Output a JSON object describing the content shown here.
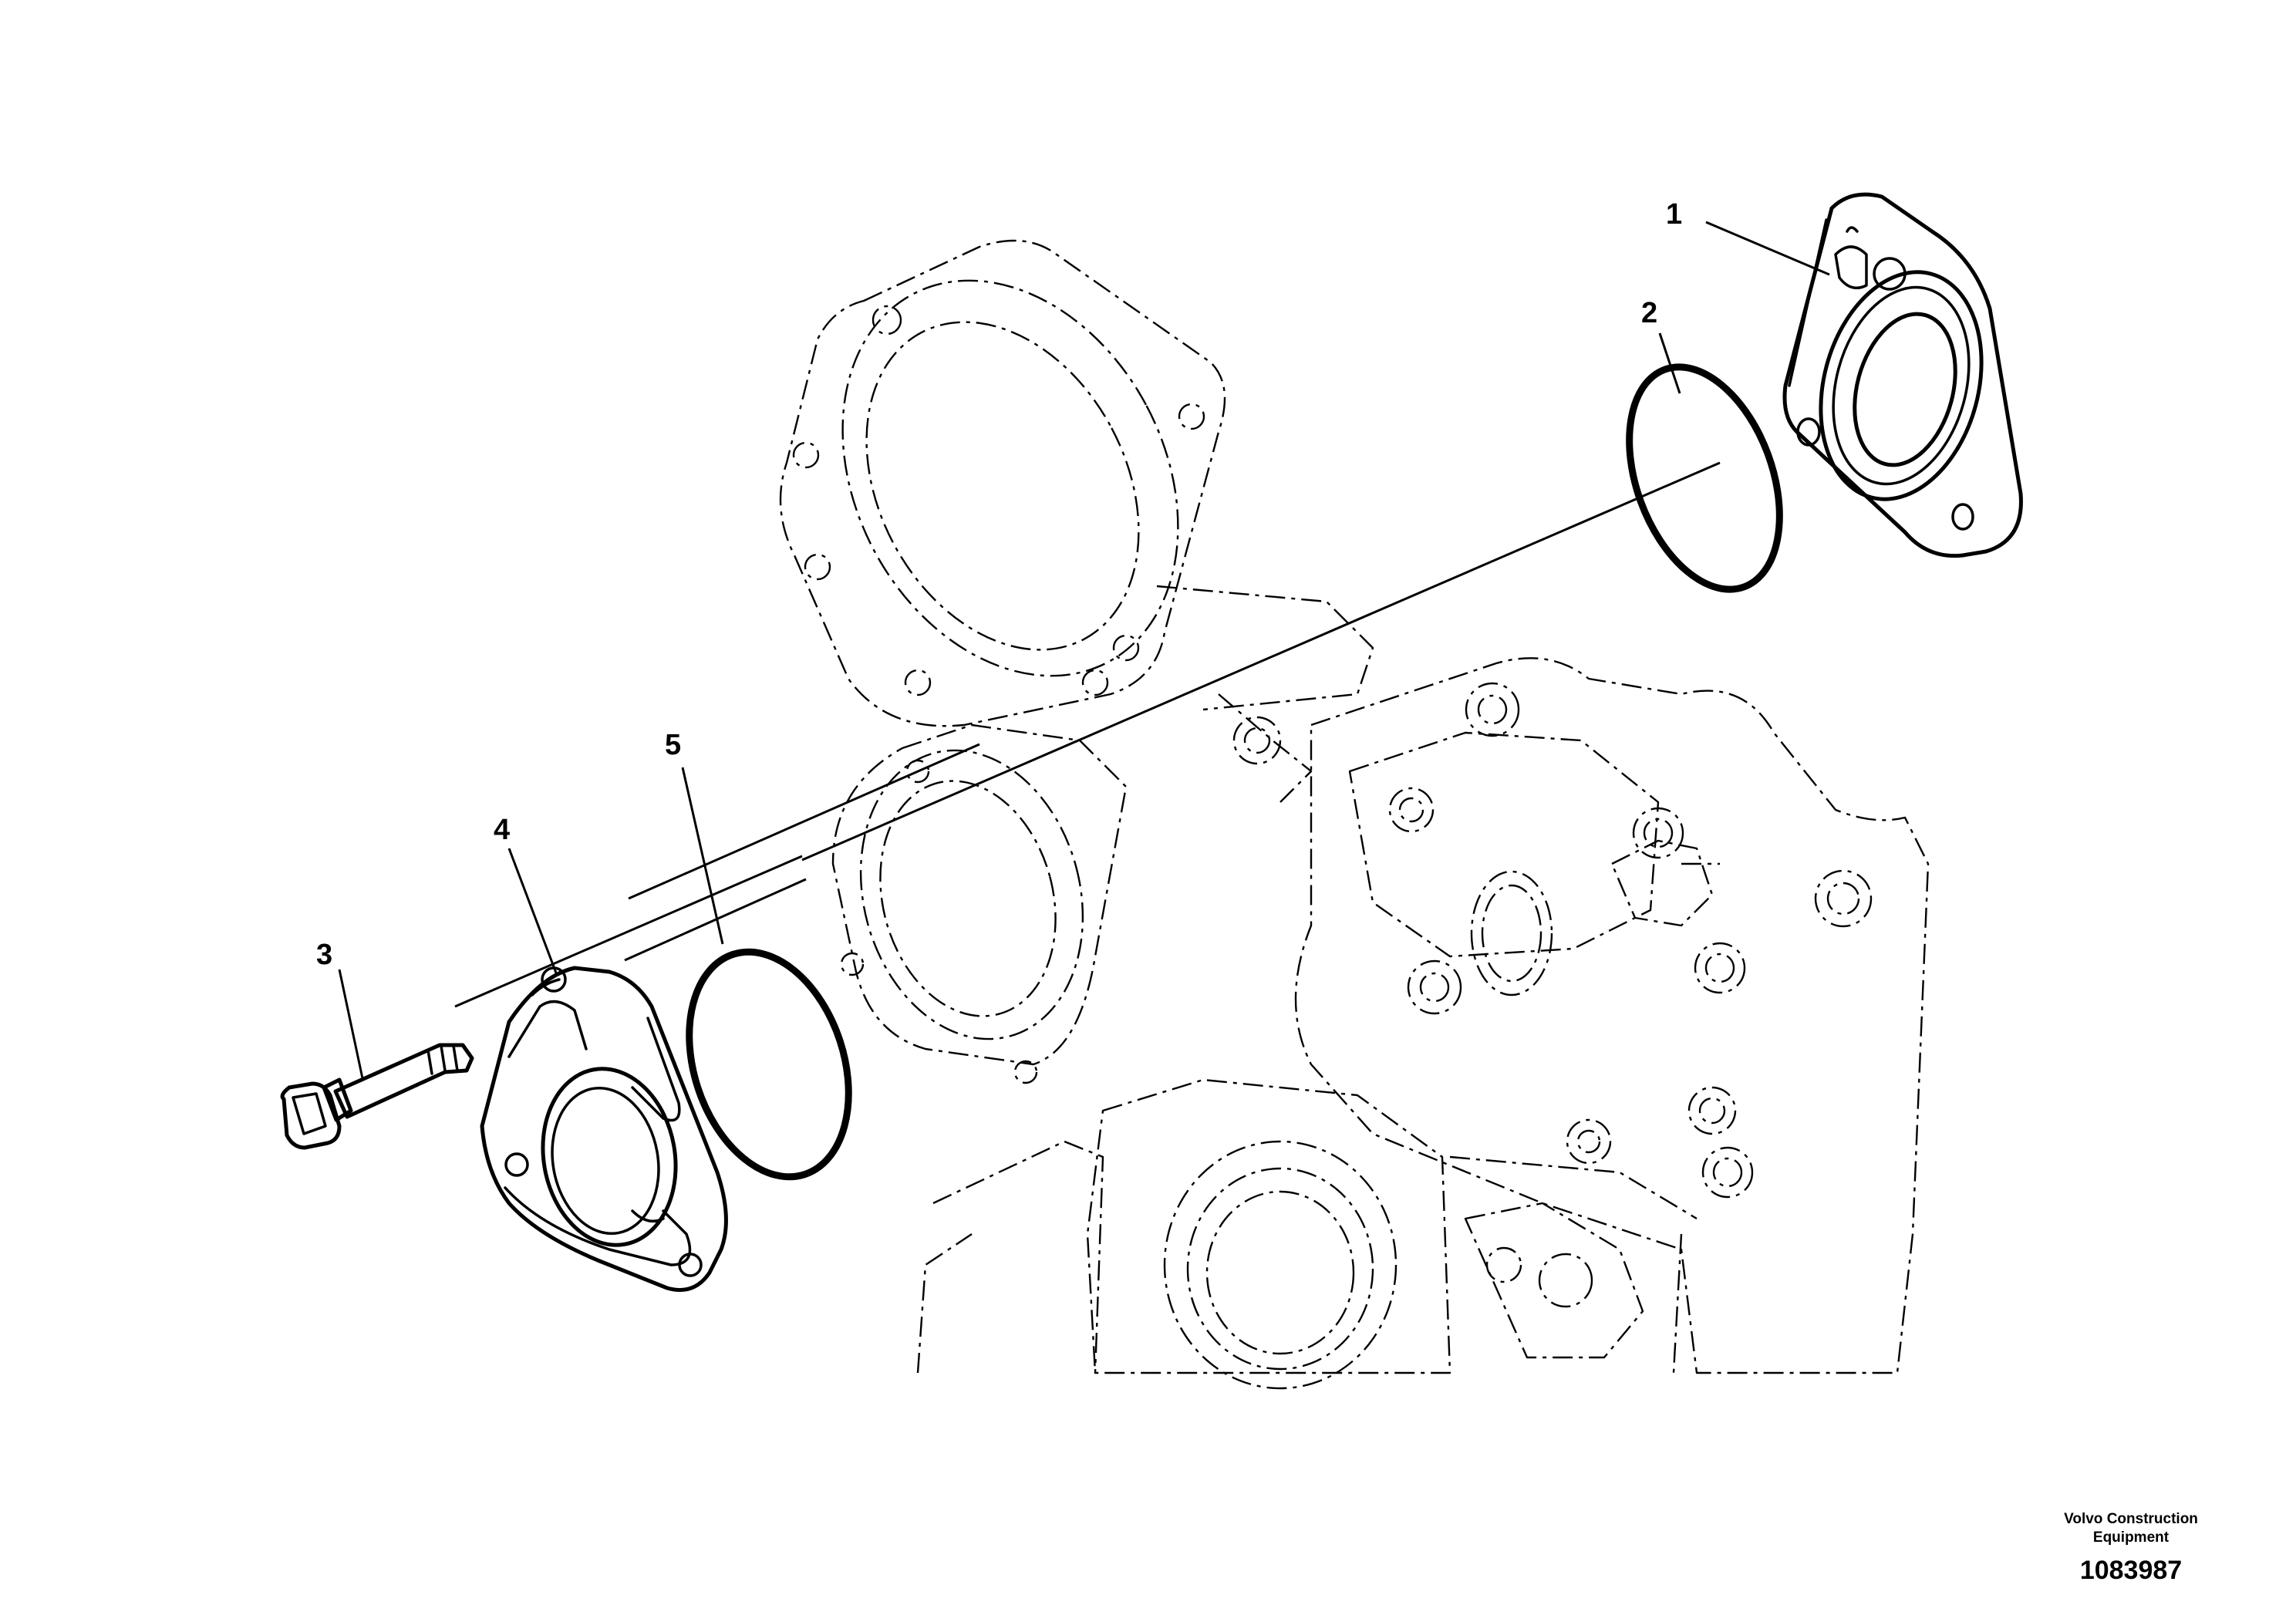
{
  "callouts": {
    "c1": "1",
    "c2": "2",
    "c3": "3",
    "c4": "4",
    "c5": "5"
  },
  "footer": {
    "manufacturer_line1": "Volvo Construction",
    "manufacturer_line2": "Equipment",
    "figure_number": "1083987"
  },
  "colors": {
    "ink": "#000000",
    "background": "#ffffff"
  }
}
